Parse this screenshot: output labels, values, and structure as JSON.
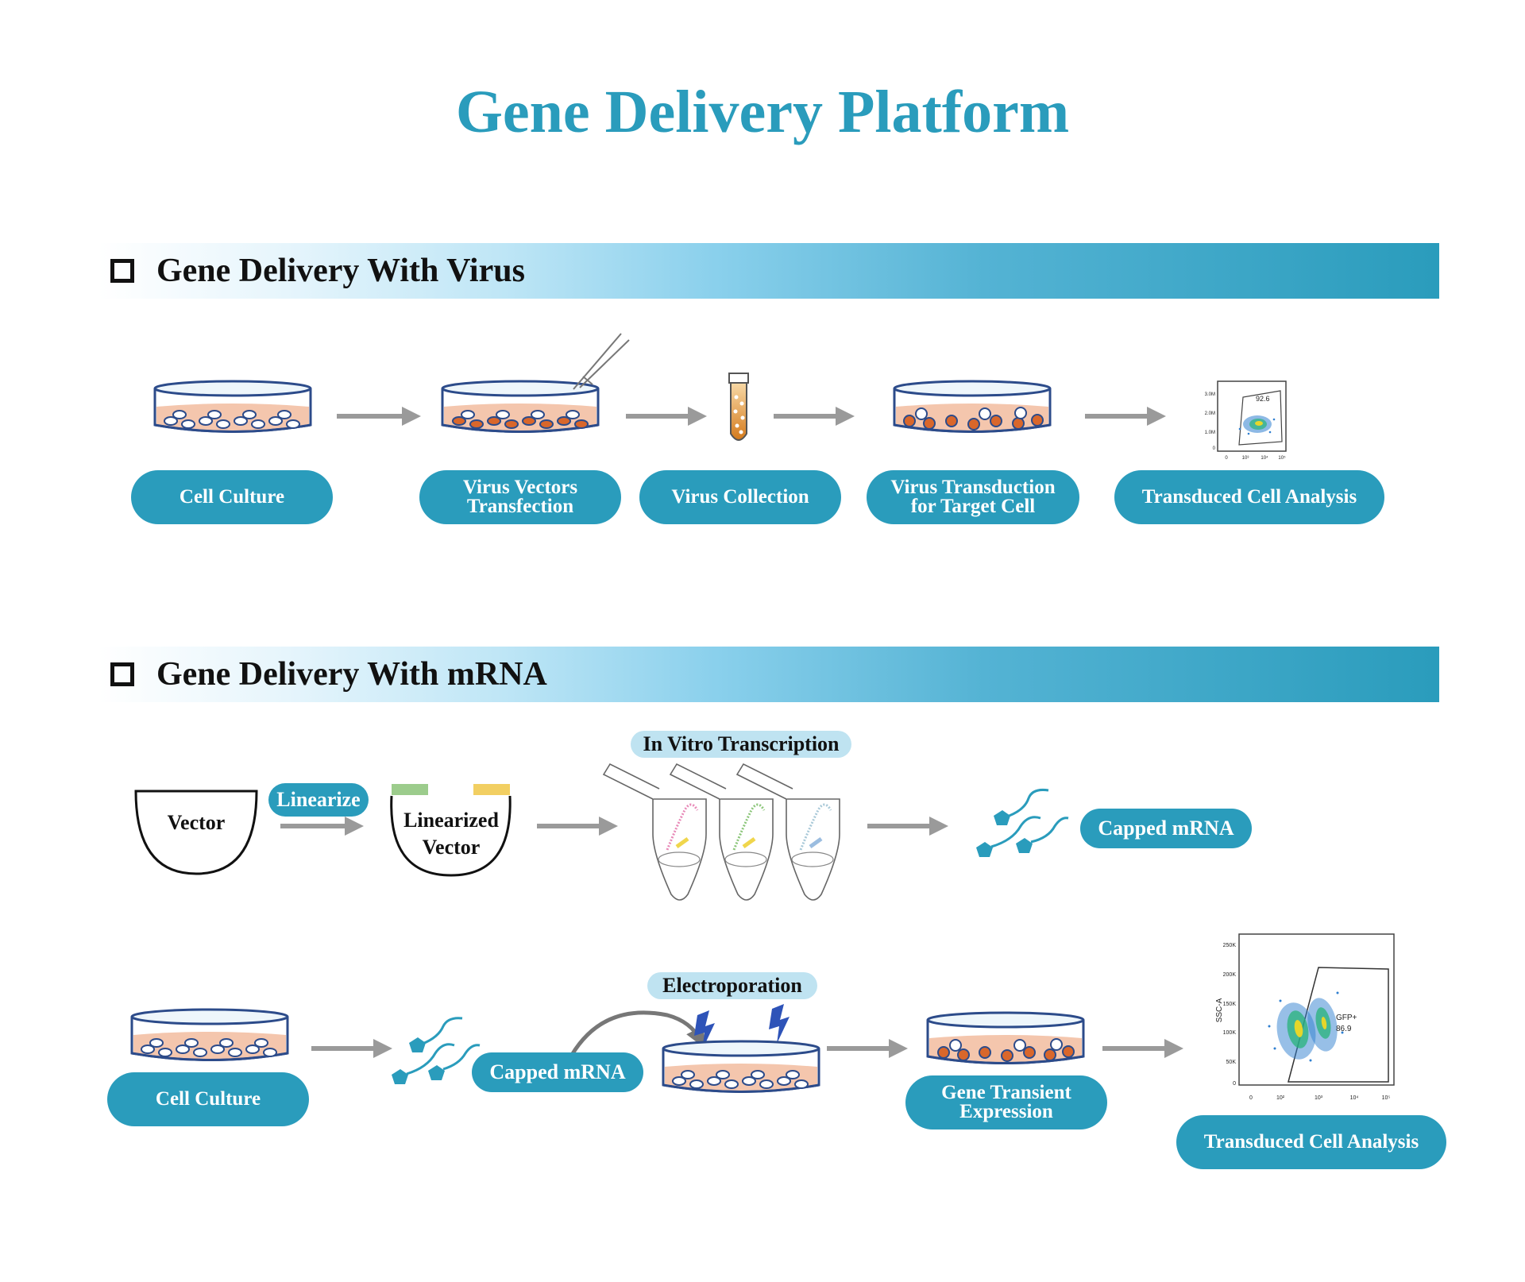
{
  "title": "Gene Delivery Platform",
  "colors": {
    "accent": "#2a9cbc",
    "medium": "#f4c6ad",
    "cell_transfected": "#d9672b",
    "mrna": "#2a9cbc"
  },
  "sections": {
    "virus": {
      "heading": "Gene Delivery With Virus",
      "steps": [
        "Cell Culture",
        "Virus Vectors Transfection",
        "Virus Collection",
        "Virus Transduction for Target Cell",
        "Transduced Cell Analysis"
      ],
      "flow_plot": {
        "gate_value": "92.6",
        "y_ticks": [
          "3.0M",
          "2.0M",
          "1.0M",
          "0"
        ],
        "x_ticks": [
          "0",
          "10³",
          "10⁴",
          "10⁵"
        ]
      }
    },
    "mrna": {
      "heading": "Gene Delivery With mRNA",
      "vector": "Vector",
      "linearize": "Linearize",
      "linearized_vector": "Linearized Vector",
      "ivt": "In Vitro Transcription",
      "capped_mrna": "Capped mRNA",
      "cell_culture": "Cell Culture",
      "capped_mrna_2": "Capped mRNA",
      "electroporation": "Electroporation",
      "expression": "Gene Transient Expression",
      "analysis": "Transduced Cell Analysis",
      "flow_plot": {
        "ylabel": "SSC-A",
        "gate_label": "GFP+",
        "gate_value": "86.9",
        "y_ticks": [
          "250K",
          "200K",
          "150K",
          "100K",
          "50K",
          "0"
        ],
        "x_ticks": [
          "0",
          "10²",
          "10³",
          "10⁴",
          "10⁵"
        ]
      }
    }
  }
}
